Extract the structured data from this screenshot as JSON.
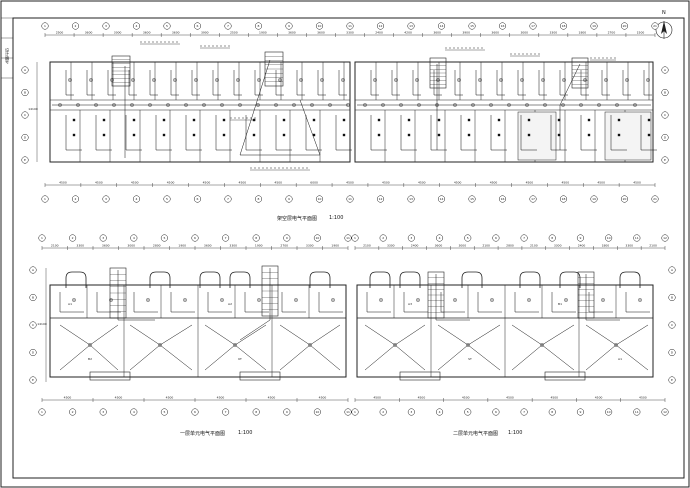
{
  "drawing": {
    "title_strip_label": "设计编号",
    "north_label": "N",
    "plans": [
      {
        "id": "upper",
        "caption": "架空层电气平面图",
        "scale": "1:100"
      },
      {
        "id": "lower-left",
        "caption": "一层单元电气平面图",
        "scale": "1:100"
      },
      {
        "id": "lower-right",
        "caption": "二层单元电气平面图",
        "scale": "1:100"
      }
    ],
    "dims_top_upper": [
      "2500",
      "3600",
      "3000",
      "3600",
      "3600",
      "3900",
      "2500",
      "1900",
      "3600",
      "3600",
      "3300",
      "2400",
      "4200",
      "3600",
      "3900",
      "3600",
      "3000",
      "3300",
      "1800",
      "2700",
      "1500"
    ],
    "dims_bot_upper": [
      "4500",
      "4500",
      "4500",
      "4500",
      "4500",
      "4500",
      "4500",
      "6000",
      "4500",
      "4500",
      "4500",
      "4500",
      "4500",
      "4500",
      "4500",
      "4500",
      "4500"
    ],
    "dims_top_lower": [
      "2100",
      "3300",
      "3600",
      "3000",
      "2800",
      "1900",
      "3600",
      "3300",
      "1900",
      "2700",
      "3300",
      "1900",
      "2100",
      "3300",
      "2400",
      "3600",
      "3000",
      "2100",
      "2800",
      "2100",
      "3300",
      "2400",
      "1800",
      "3300",
      "2100"
    ],
    "dims_bot_lower": [
      "4500",
      "4500",
      "4500",
      "4500",
      "4500",
      "4500",
      "4500",
      "4500",
      "4500",
      "4500",
      "4500",
      "4500",
      "4500"
    ],
    "side_dims": [
      "14100",
      "1500",
      "1500"
    ],
    "col_marks": [
      "1",
      "2",
      "3",
      "4",
      "5",
      "6",
      "7",
      "8",
      "9",
      "10",
      "11",
      "12",
      "13",
      "14",
      "15",
      "16",
      "17",
      "18",
      "19",
      "20",
      "21"
    ],
    "row_marks": [
      "A",
      "B",
      "C",
      "D",
      "E"
    ],
    "room_marks": [
      "A1",
      "A2",
      "A3",
      "B1",
      "B2",
      "KT",
      "ST"
    ]
  }
}
